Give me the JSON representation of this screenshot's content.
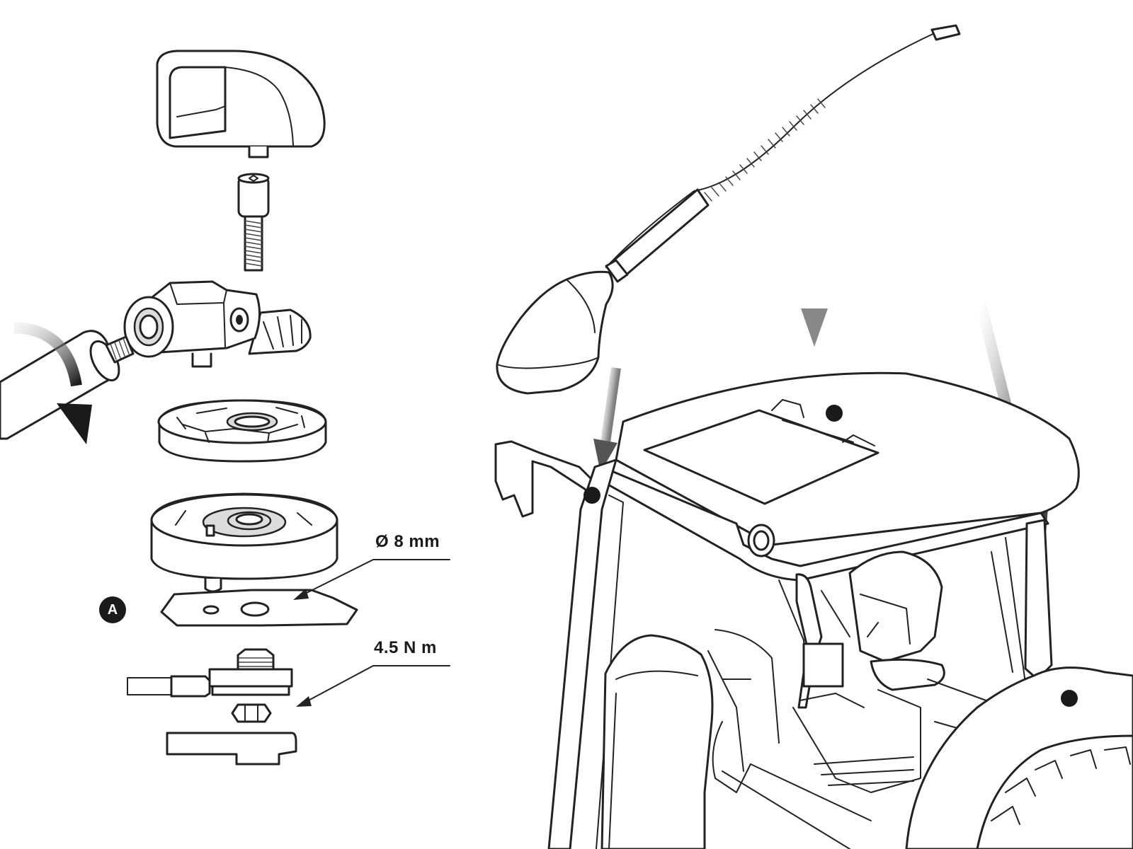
{
  "labels": {
    "diameter": "Ø 8 mm",
    "torque": "4.5 N m",
    "badge": "A"
  },
  "colors": {
    "line": "#222222",
    "background": "#ffffff",
    "shade": "#dcdcdc"
  }
}
